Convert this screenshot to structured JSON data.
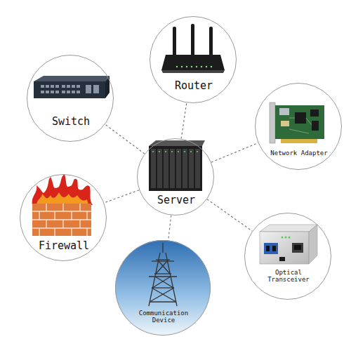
{
  "diagram": {
    "nodes": [
      {
        "text": [
          "Router"
        ]
      },
      {
        "text": [
          "Switch"
        ]
      },
      {
        "text": [
          "Network Adapter"
        ]
      },
      {
        "text": [
          "Server"
        ]
      },
      {
        "text": [
          "Firewall"
        ]
      },
      {
        "text": [
          "Optical Transceiver"
        ]
      },
      {
        "text": [
          "Communication Device"
        ]
      }
    ],
    "edges": [
      {
        "from": 3,
        "to": 0,
        "arrow": "none"
      },
      {
        "from": 3,
        "to": 1,
        "arrow": "none"
      },
      {
        "from": 3,
        "to": 2,
        "arrow": "none"
      },
      {
        "from": 3,
        "to": 4,
        "arrow": "none"
      },
      {
        "from": 3,
        "to": 5,
        "arrow": "none"
      },
      {
        "from": 3,
        "to": 6,
        "arrow": "none"
      }
    ]
  }
}
